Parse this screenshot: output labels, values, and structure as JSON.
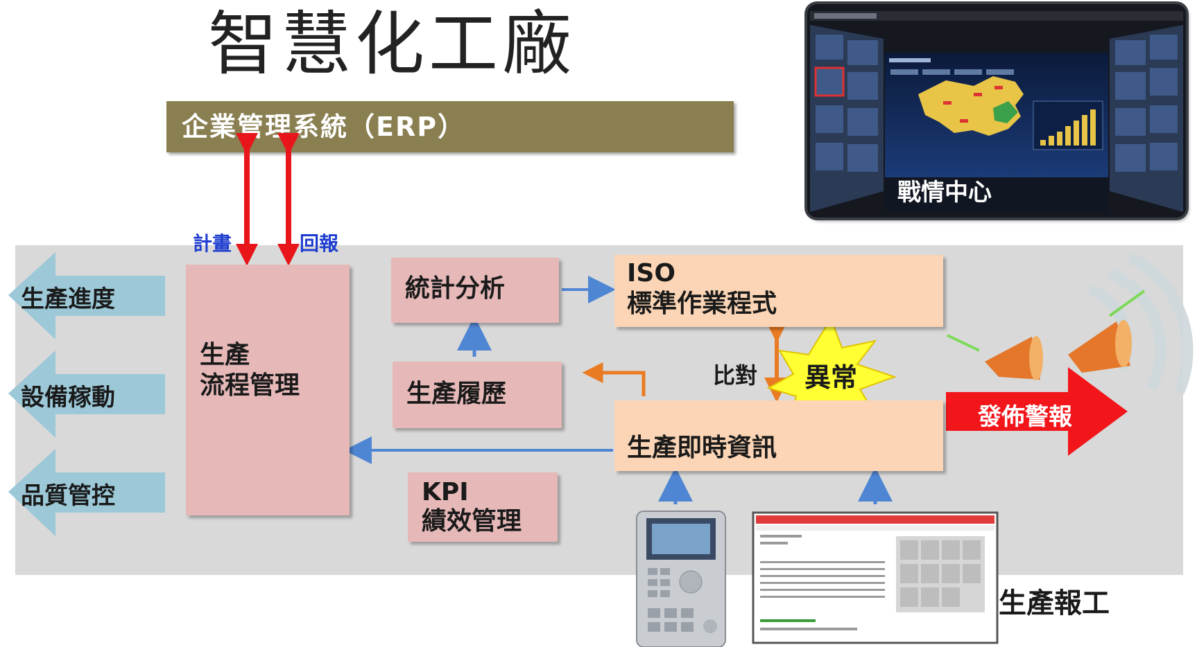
{
  "title": "智慧化工廠",
  "erp": {
    "label": "企業管理系統（ERP）"
  },
  "erp_links": {
    "plan": "計畫",
    "report_back": "回報"
  },
  "left_outputs": [
    "生產進度",
    "設備稼動",
    "品質管控"
  ],
  "process_mgmt": {
    "line1": "生產",
    "line2": "流程管理"
  },
  "stats": {
    "label": "統計分析"
  },
  "history": {
    "label": "生產履歷"
  },
  "kpi": {
    "line1": "KPI",
    "line2": "績效管理"
  },
  "iso": {
    "line1": "ISO",
    "line2": "標準作業程式"
  },
  "realtime": {
    "label": "生產即時資訊"
  },
  "compare": {
    "label": "比對"
  },
  "abnormal": {
    "label": "異常"
  },
  "alarm": {
    "label": "發佈警報"
  },
  "war_room": {
    "label": "戰情中心"
  },
  "report": {
    "label": "生產報工"
  },
  "colors": {
    "erp": "#8a7f51",
    "panel": "#d9d9d9",
    "pink_box": "#e6b8b8",
    "peach_box": "#fbd5b5",
    "side_arrow": "#9cc8d8",
    "red_arrow": "#e8161b",
    "blue_arrow": "#4f86d3",
    "orange_arrow": "#e97b23",
    "burst": "#ffff33"
  }
}
